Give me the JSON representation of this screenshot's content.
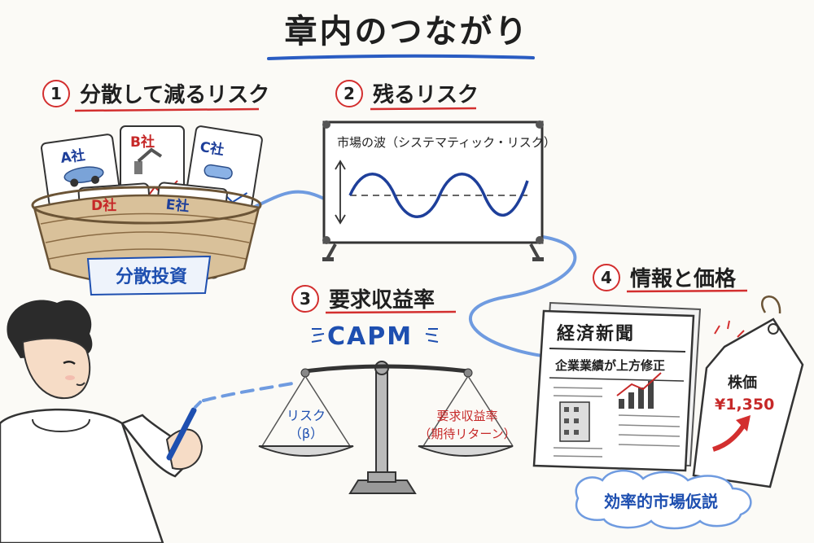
{
  "title": "章内のつながり",
  "sections": [
    {
      "number": "1",
      "title": "分散して減るリスク"
    },
    {
      "number": "2",
      "title": "残るリスク"
    },
    {
      "number": "3",
      "title": "要求収益率"
    },
    {
      "number": "4",
      "title": "情報と価格"
    }
  ],
  "basket": {
    "cards": [
      "A社",
      "B社",
      "C社",
      "D社",
      "E社"
    ],
    "label": "分散投資"
  },
  "board": {
    "caption": "市場の波（システマティック・リスク）"
  },
  "capm": {
    "label": "CAPM",
    "left_pan": [
      "リスク",
      "（β）"
    ],
    "right_pan": [
      "要求収益率",
      "（期待リターン）"
    ]
  },
  "newspaper": {
    "masthead": "経済新聞",
    "headline": "企業業績が上方修正"
  },
  "price_tag": {
    "label": "株価",
    "price": "¥1,350"
  },
  "cloud_label": "効率的市場仮説",
  "colors": {
    "red": "#c62828",
    "blue": "#1e4fb0",
    "path_blue": "#6f9be0"
  }
}
